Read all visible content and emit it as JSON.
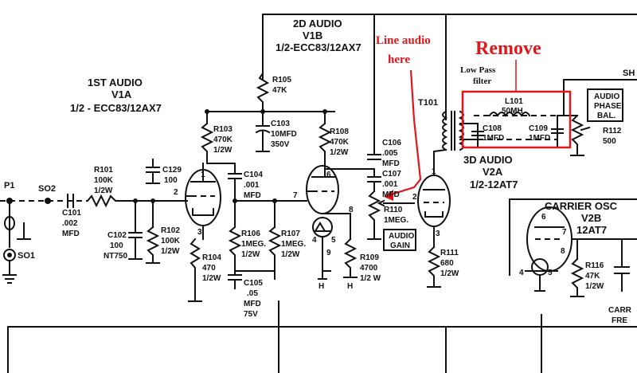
{
  "annotations": {
    "line_audio": [
      "Line audio",
      "here"
    ],
    "remove": "Remove",
    "low_pass": [
      "Low Pass",
      "filter"
    ],
    "accent_color": "#e0161b"
  },
  "stages": {
    "first_audio": [
      "1ST AUDIO",
      "V1A",
      "1/2 - ECC83/12AX7"
    ],
    "second_audio": [
      "2D AUDIO",
      "V1B",
      "1/2-ECC83/12AX7"
    ],
    "third_audio": [
      "3D AUDIO",
      "V2A",
      "1/2-12AT7"
    ],
    "carrier_osc": [
      "CARRIER OSC",
      "V2B",
      "12AT7"
    ]
  },
  "components": {
    "p1": "P1",
    "so2": "SO2",
    "so1": "SO1",
    "c101": [
      "C101",
      ".002",
      "MFD"
    ],
    "r101": [
      "R101",
      "100K",
      "1/2W"
    ],
    "c129": [
      "C129",
      "100"
    ],
    "c102": [
      "C102",
      "100",
      "NT750"
    ],
    "r102": [
      "R102",
      "100K",
      "1/2W"
    ],
    "r103": [
      "R103",
      "470K",
      "1/2W"
    ],
    "r104": [
      "R104",
      "470",
      "1/2W"
    ],
    "c103": [
      "C103",
      "10MFD",
      "350V"
    ],
    "r105": [
      "R105",
      "47K"
    ],
    "c104": [
      "C104",
      ".001",
      "MFD"
    ],
    "r106": [
      "R106",
      "1MEG.",
      "1/2W"
    ],
    "r107": [
      "R107",
      "1MEG.",
      "1/2W"
    ],
    "c105": [
      "C105",
      ".05",
      "MFD",
      "75V"
    ],
    "r108": [
      "R108",
      "470K",
      "1/2W"
    ],
    "r109": [
      "R109",
      "4700",
      "1/2 W"
    ],
    "c106": [
      "C106",
      ".005",
      "MFD"
    ],
    "c107": [
      "C107",
      ".001",
      "MFD"
    ],
    "r110": [
      "R110",
      "1MEG."
    ],
    "audio_gain": [
      "AUDIO",
      "GAIN"
    ],
    "t101": "T101",
    "r111": [
      "R111",
      "680",
      "1/2W"
    ],
    "l101": [
      "L101",
      "50MH"
    ],
    "c108": [
      "C108",
      "1MFD"
    ],
    "c109": [
      "C109",
      "1MFD"
    ],
    "audio_phase": [
      "AUDIO",
      "PHASE",
      "BAL."
    ],
    "r112": [
      "R112",
      "500"
    ],
    "r116": [
      "R116",
      "47K",
      "1/2W"
    ],
    "sh": "SH",
    "carr": "CARR",
    "fre": "FRE",
    "pin_labels": [
      "1",
      "2",
      "3",
      "6",
      "7",
      "8",
      "4",
      "5",
      "9",
      "H",
      "H",
      "1",
      "2",
      "3",
      "6",
      "7",
      "8",
      "4",
      "5"
    ]
  }
}
